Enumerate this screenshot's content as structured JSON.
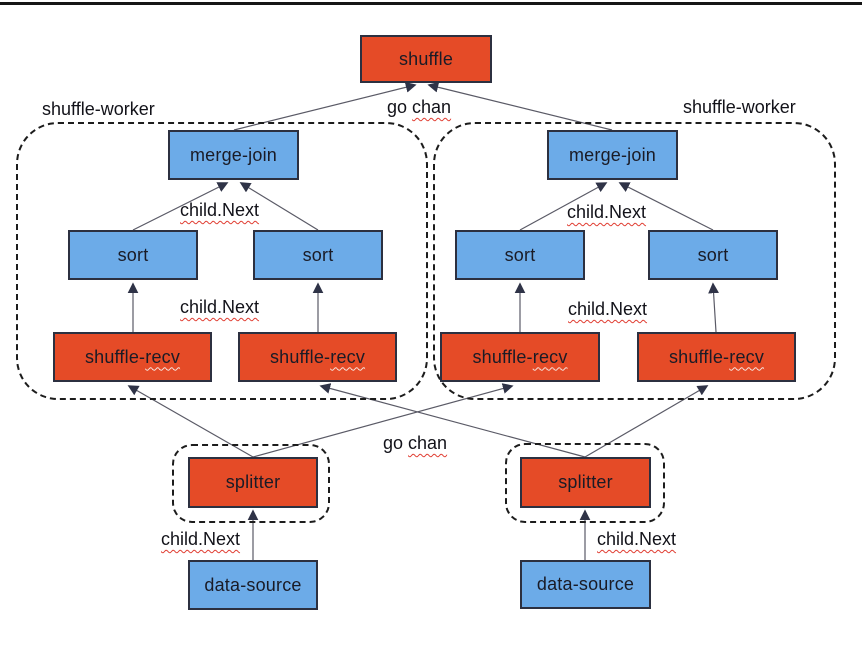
{
  "colors": {
    "node_blue": "#6cabe8",
    "node_orange": "#e54b27",
    "node_border": "#2c3040",
    "wire": "#5a5a66",
    "arrowhead": "#2f3347",
    "dashed_border": "#1c1c1c",
    "squiggle_red": "#e03c31",
    "squiggle_light": "#f6e3dc"
  },
  "nodes": {
    "shuffle": {
      "label": "shuffle"
    },
    "merge_join": {
      "label": "merge-join"
    },
    "sort": {
      "label": "sort"
    },
    "shuffle_recv": {
      "label_prefix": "shuffle-",
      "label_misspelled": "recv"
    },
    "splitter": {
      "label": "splitter"
    },
    "data_source": {
      "label": "data-source"
    }
  },
  "annotations": {
    "shuffle_worker": "shuffle-worker",
    "go_chan": {
      "prefix": "go",
      "misspelled": "chan"
    },
    "child_next": "child.Next"
  }
}
